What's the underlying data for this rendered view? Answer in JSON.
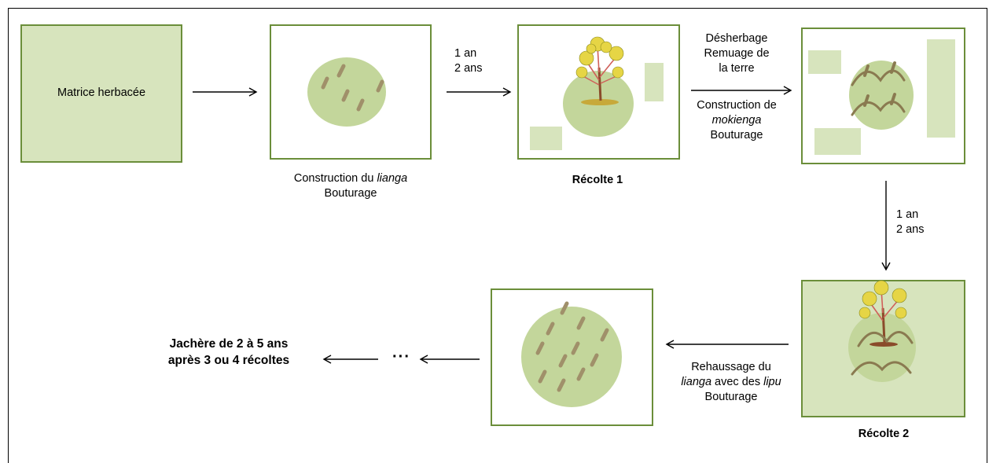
{
  "boxes": {
    "matrice": "Matrice herbacée"
  },
  "labels": {
    "step1": {
      "line1_prefix": "Construction du ",
      "line1_italic": "lianga",
      "line2": "Bouturage"
    },
    "recolte1": "Récolte 1",
    "recolte2": "Récolte 2",
    "time_a": {
      "line1": "1 an",
      "line2": "2 ans"
    },
    "time_b": {
      "line1": "1 an",
      "line2": "2 ans"
    },
    "step2": {
      "l1": "Désherbage",
      "l2": "Remuage de",
      "l3": "la terre",
      "l4": "Construction de",
      "l5": "mokienga",
      "l6": "Bouturage"
    },
    "step3": {
      "l1": "Rehaussage du",
      "l2_italic_a": "lianga",
      "l2_mid": " avec des ",
      "l2_italic_b": "lipu",
      "l3": "Bouturage"
    },
    "ellipsis": "···",
    "jachere": {
      "line1": "Jachère de 2 à 5 ans",
      "line2": "après 3 ou 4 récoltes"
    }
  },
  "colors": {
    "box_border": "#6b8e3a",
    "box_fill": "#d7e4bd",
    "circle_fill": "#c3d69b",
    "cutting": "#a0906a"
  },
  "icons": [
    "arrow-right-icon",
    "arrow-left-icon",
    "arrow-down-icon",
    "tree-icon",
    "cutting-icon",
    "mound-icon"
  ]
}
